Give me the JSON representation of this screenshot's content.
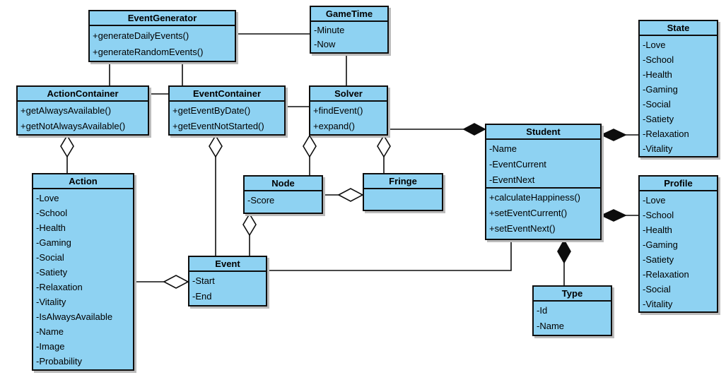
{
  "diagram": {
    "title": "UML class diagram",
    "box_fill": "#8ED2F2",
    "box_border": "#0d0d0d",
    "classes": {
      "event_generator": {
        "name": "EventGenerator",
        "members": [
          "+generateDailyEvents()",
          "+generateRandomEvents()"
        ]
      },
      "game_time": {
        "name": "GameTime",
        "members": [
          "-Minute",
          "-Now"
        ]
      },
      "action_container": {
        "name": "ActionContainer",
        "members": [
          "+getAlwaysAvailable()",
          "+getNotAlwaysAvailable()"
        ]
      },
      "event_container": {
        "name": "EventContainer",
        "members": [
          "+getEventByDate()",
          "+getEventNotStarted()"
        ]
      },
      "solver": {
        "name": "Solver",
        "members": [
          "+findEvent()",
          "+expand()"
        ]
      },
      "state": {
        "name": "State",
        "members": [
          "-Love",
          "-School",
          "-Health",
          "-Gaming",
          "-Social",
          "-Satiety",
          "-Relaxation",
          "-Vitality"
        ]
      },
      "student": {
        "name": "Student",
        "attributes": [
          "-Name",
          "-EventCurrent",
          "-EventNext"
        ],
        "methods": [
          "+calculateHappiness()",
          "+setEventCurrent()",
          "+setEventNext()"
        ]
      },
      "profile": {
        "name": "Profile",
        "members": [
          "-Love",
          "-School",
          "-Health",
          "-Gaming",
          "-Satiety",
          "-Relaxation",
          "-Social",
          "-Vitality"
        ]
      },
      "action": {
        "name": "Action",
        "members": [
          "-Love",
          "-School",
          "-Health",
          "-Gaming",
          "-Social",
          "-Satiety",
          "-Relaxation",
          "-Vitality",
          "-IsAlwaysAvailable",
          "-Name",
          "-Image",
          "-Probability"
        ]
      },
      "node": {
        "name": "Node",
        "members": [
          "-Score"
        ]
      },
      "fringe": {
        "name": "Fringe",
        "members": []
      },
      "event": {
        "name": "Event",
        "members": [
          "-Start",
          "-End"
        ]
      },
      "type": {
        "name": "Type",
        "members": [
          "-Id",
          "-Name"
        ]
      }
    },
    "relationships": [
      {
        "from": "EventGenerator",
        "to": "GameTime",
        "type": "association"
      },
      {
        "from": "EventGenerator",
        "to": "ActionContainer",
        "type": "association"
      },
      {
        "from": "EventGenerator",
        "to": "EventContainer",
        "type": "association"
      },
      {
        "from": "GameTime",
        "to": "Solver",
        "type": "association"
      },
      {
        "from": "ActionContainer",
        "to": "EventContainer",
        "type": "association"
      },
      {
        "from": "EventContainer",
        "to": "Solver",
        "type": "association"
      },
      {
        "from": "ActionContainer",
        "to": "Action",
        "type": "aggregation"
      },
      {
        "from": "EventContainer",
        "to": "Event",
        "type": "aggregation"
      },
      {
        "from": "Solver",
        "to": "Node",
        "type": "aggregation"
      },
      {
        "from": "Solver",
        "to": "Fringe",
        "type": "aggregation"
      },
      {
        "from": "Node",
        "to": "Event",
        "type": "aggregation"
      },
      {
        "from": "Fringe",
        "to": "Node",
        "type": "aggregation"
      },
      {
        "from": "Event",
        "to": "Action",
        "type": "aggregation"
      },
      {
        "from": "Student",
        "to": "Solver",
        "type": "composition"
      },
      {
        "from": "Student",
        "to": "State",
        "type": "composition"
      },
      {
        "from": "Student",
        "to": "Profile",
        "type": "composition"
      },
      {
        "from": "Student",
        "to": "Type",
        "type": "composition"
      },
      {
        "from": "Event",
        "to": "Student",
        "type": "association"
      }
    ]
  }
}
